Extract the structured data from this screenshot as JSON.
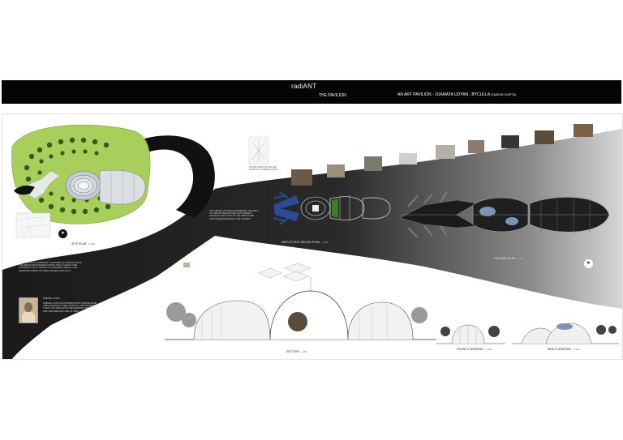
{
  "header": {
    "title": "radiANT",
    "subtitle": "THE PAVILION",
    "project": "AN ART PAVILION - JIJAMATA UDYAN , BYCULLA",
    "author": "(SUBODH GUPTA)"
  },
  "drawings": {
    "site_plan": {
      "label": "SITE PLAN",
      "scale": "(1:500)"
    },
    "rcp": {
      "label": "REFLECTED CEILING PLAN",
      "scale": "(1:200)"
    },
    "ground_plan": {
      "label": "GROUND PLAN",
      "scale": "(1:200)"
    },
    "section": {
      "label": "SECTION",
      "scale": "(1:50)"
    },
    "front_elevation": {
      "label": "FRONT ELEVATION",
      "scale": "(1:100)"
    },
    "side_elevation": {
      "label": "SIDE ELEVATION",
      "scale": "(1:100)"
    }
  },
  "notes": {
    "concept": "THE PAVILION IS INSPIRED BY THE WORK OF SUBODH GUPTA\nTHE DESIGN PROGRESSES FROM A TIGHT COILED CORE\nOUTWARDS INTO A SERIES OF EXPANDING SHELLS, LIKE\nRADIATING FORMS OF STEEL VESSELS AND LIGHT.",
    "ceiling": "THE CEILING IS MADE CONSIDERING THE WAYS\nOF THE ANT. REFLECTED LIGHT TRAVELS\nTHROUGH THE SLOTS OF THE STRUCTURE\nAND FILTERS DOWN INTO THE GALLERY.",
    "artist_heading": "SUBODH GUPTA",
    "artist_bio": "SUBODH GUPTA IS AN INDIAN ARTIST WHOSE WORK\nUSES EVERYDAY STEEL UTENSILS, TIFFIN BOXES AND\nTHALIS. HIS WORK EXPLORES MEMORY, MIGRATION\nAND THE EVERYDAY LIFE OF INDIA.",
    "photo_caption": "AN ART PAVILION FOR THE\nWORKS OF SUBODH GUPTA"
  },
  "north_symbol": "➤",
  "colors": {
    "banner": "#050505",
    "site_green": "#a8cf5c",
    "tree_green": "#2f5e1b",
    "shell_blue": "#7a95b8",
    "sketch_green": "#3d7a2a"
  }
}
